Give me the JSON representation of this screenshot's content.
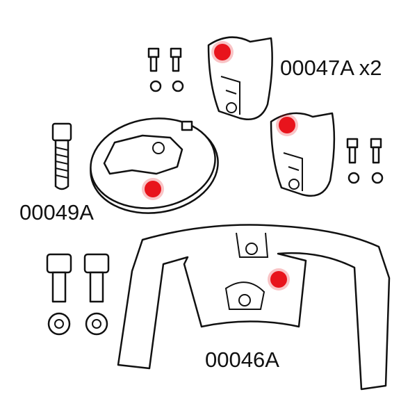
{
  "labels": {
    "part_47": "00047A x2",
    "part_49": "00049A",
    "part_46": "00046A"
  },
  "colors": {
    "hotspot": "#e8141c",
    "outline": "#111111"
  }
}
